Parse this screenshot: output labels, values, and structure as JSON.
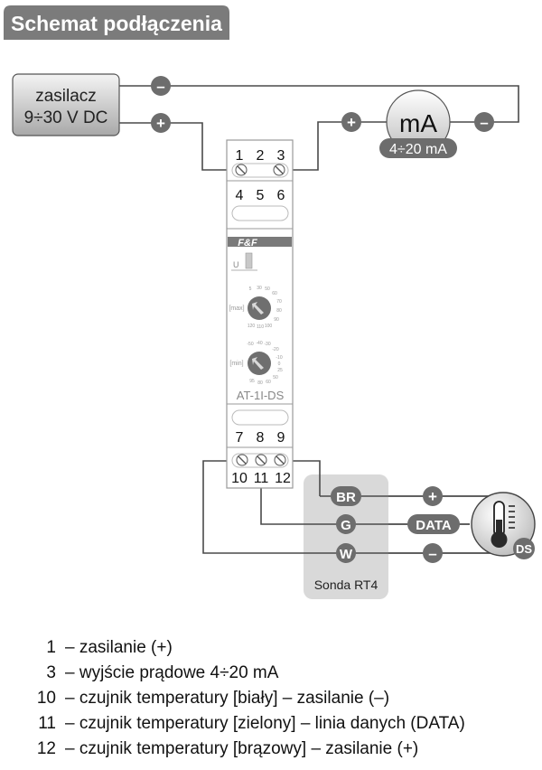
{
  "header": {
    "title": "Schemat podłączenia"
  },
  "power_supply": {
    "line1": "zasilacz",
    "line2": "9÷30 V DC"
  },
  "meter": {
    "symbol": "mA",
    "range": "4÷20 mA"
  },
  "signs": {
    "plus": "+",
    "minus": "–"
  },
  "module": {
    "terminals_top": [
      "1",
      "2",
      "3"
    ],
    "terminals_top2": [
      "4",
      "5",
      "6"
    ],
    "terminals_bottom2": [
      "7",
      "8",
      "9"
    ],
    "terminals_bottom": [
      "10",
      "11",
      "12"
    ],
    "brand": "F&F",
    "led_label": "U",
    "knob_max_label": "[max]",
    "knob_max_scale": [
      "5",
      "30",
      "50",
      "60",
      "70",
      "80",
      "90",
      "100",
      "110",
      "120"
    ],
    "knob_min_label": "[min]",
    "knob_min_scale": [
      "-50",
      "-40",
      "-30",
      "-20",
      "-10",
      "0",
      "25",
      "50",
      "60",
      "80",
      "95"
    ],
    "model": "AT-1I-DS"
  },
  "probe": {
    "name": "Sonda RT4",
    "wires": [
      "BR",
      "G",
      "W"
    ],
    "data_label": "DATA",
    "sensor_badge": "DS"
  },
  "legend": [
    {
      "terminal": "1",
      "description": "– zasilanie (+)"
    },
    {
      "terminal": "3",
      "description": "– wyjście prądowe 4÷20 mA"
    },
    {
      "terminal": "10",
      "description": "– czujnik temperatury [biały] – zasilanie (–)"
    },
    {
      "terminal": "11",
      "description": "– czujnik temperatury [zielony] – linia danych (DATA)"
    },
    {
      "terminal": "12",
      "description": "– czujnik temperatury [brązowy] – zasilanie (+)"
    }
  ],
  "colors": {
    "badge": "#6d6d6d",
    "wire": "#4a4a4a",
    "probe_bg": "#d9d9d9",
    "module_border": "#9a9a9a"
  }
}
